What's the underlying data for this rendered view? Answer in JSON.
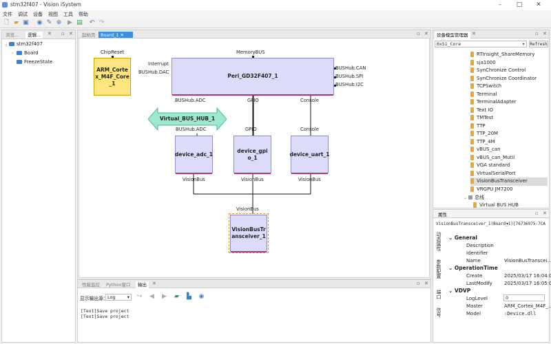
{
  "window": {
    "title": "stm32f407 - Vision iSystem"
  },
  "menu": [
    "文件",
    "调试",
    "设备",
    "视图",
    "工具",
    "帮助"
  ],
  "left_panel": {
    "tabs": [
      "浏览...",
      "逻辑..."
    ],
    "tree": {
      "root": "stm32f407",
      "children": [
        "Board",
        "FreezeState"
      ]
    }
  },
  "doc_tabs": [
    "起始页",
    "Board_1"
  ],
  "diagram": {
    "blocks": {
      "cortex": "ARM_Cortex_M4F_Core_1",
      "peri": "Peri_GD32F407_1",
      "hub": "Virtual_BUS_HUB_1",
      "adc": "device_adc_1",
      "gpio": "device_gpio_1",
      "uart": "device_uart_1",
      "transceiver": "VisionBusTransceiver_1"
    },
    "labels": {
      "chipreset": "ChipReset",
      "memorybus": "MemoryBUS",
      "interrupt": "Interrupt",
      "busdac": "BUSHub.DAC",
      "buscan": "BUSHub.CAN",
      "busspi": "BUSHub.SPI",
      "busi2c": "BUSHub.I2C",
      "busadc_top": "BUSHub.ADC",
      "gpio_top": "GPIO",
      "console_top": "Console",
      "busadc_dev": "BUSHub.ADC",
      "gpio_dev": "GPIO",
      "console_dev": "Console",
      "vb1": "VisionBus",
      "vb2": "VisionBus",
      "vb3": "VisionBus",
      "vb4": "VisionBus"
    }
  },
  "output": {
    "tabs": [
      "性能监控",
      "Python窗口",
      "输出"
    ],
    "show_label": "显示输出源：",
    "source": "Log",
    "lines": [
      "[Text]Save project",
      "[Text]Save project"
    ]
  },
  "device_manager": {
    "title": "设备模型管理器",
    "combo": "0x51_Core",
    "refresh": "Refresh",
    "items": [
      "RTInsight_ShareMemory",
      "sja1000",
      "SynChronize Control",
      "SynChronize Coordinator",
      "TCPSwitch",
      "Terminal",
      "TerminalAdapter",
      "Text IO",
      "TMTest",
      "TTP",
      "TTP_20M",
      "TTP_4M",
      "vBUS_can",
      "vBUS_can_Mutil",
      "VGA standard",
      "VirtualSerialPort",
      "VisionBusTransceiver",
      "VRGPU JM7200"
    ],
    "selected": "VisionBusTransceiver",
    "group": "总线",
    "partial": "Virtual BUS HUB"
  },
  "properties": {
    "title": "属性",
    "object": "VisionBusTransceiver_1(Board_1)",
    "object_id": "[76736975-7CA",
    "side_tabs": [
      "动态属性",
      "参数配置",
      "端口",
      "信号"
    ],
    "categories": [
      {
        "name": "General",
        "rows": [
          [
            "Description",
            ""
          ],
          [
            "Identifier",
            ""
          ],
          [
            "Name",
            "VisionBusTranscei..."
          ]
        ]
      },
      {
        "name": "OperationTime",
        "rows": [
          [
            "Create",
            "2025/03/17 16:04:0"
          ],
          [
            "LastModify",
            "2025/03/17 16:05:0"
          ]
        ]
      },
      {
        "name": "VDVP",
        "rows": [
          [
            "LogLevel",
            "0"
          ],
          [
            "Master",
            "ARM_Cortex_M4F_..."
          ],
          [
            "Model",
            ":Device.dll"
          ]
        ]
      }
    ]
  }
}
